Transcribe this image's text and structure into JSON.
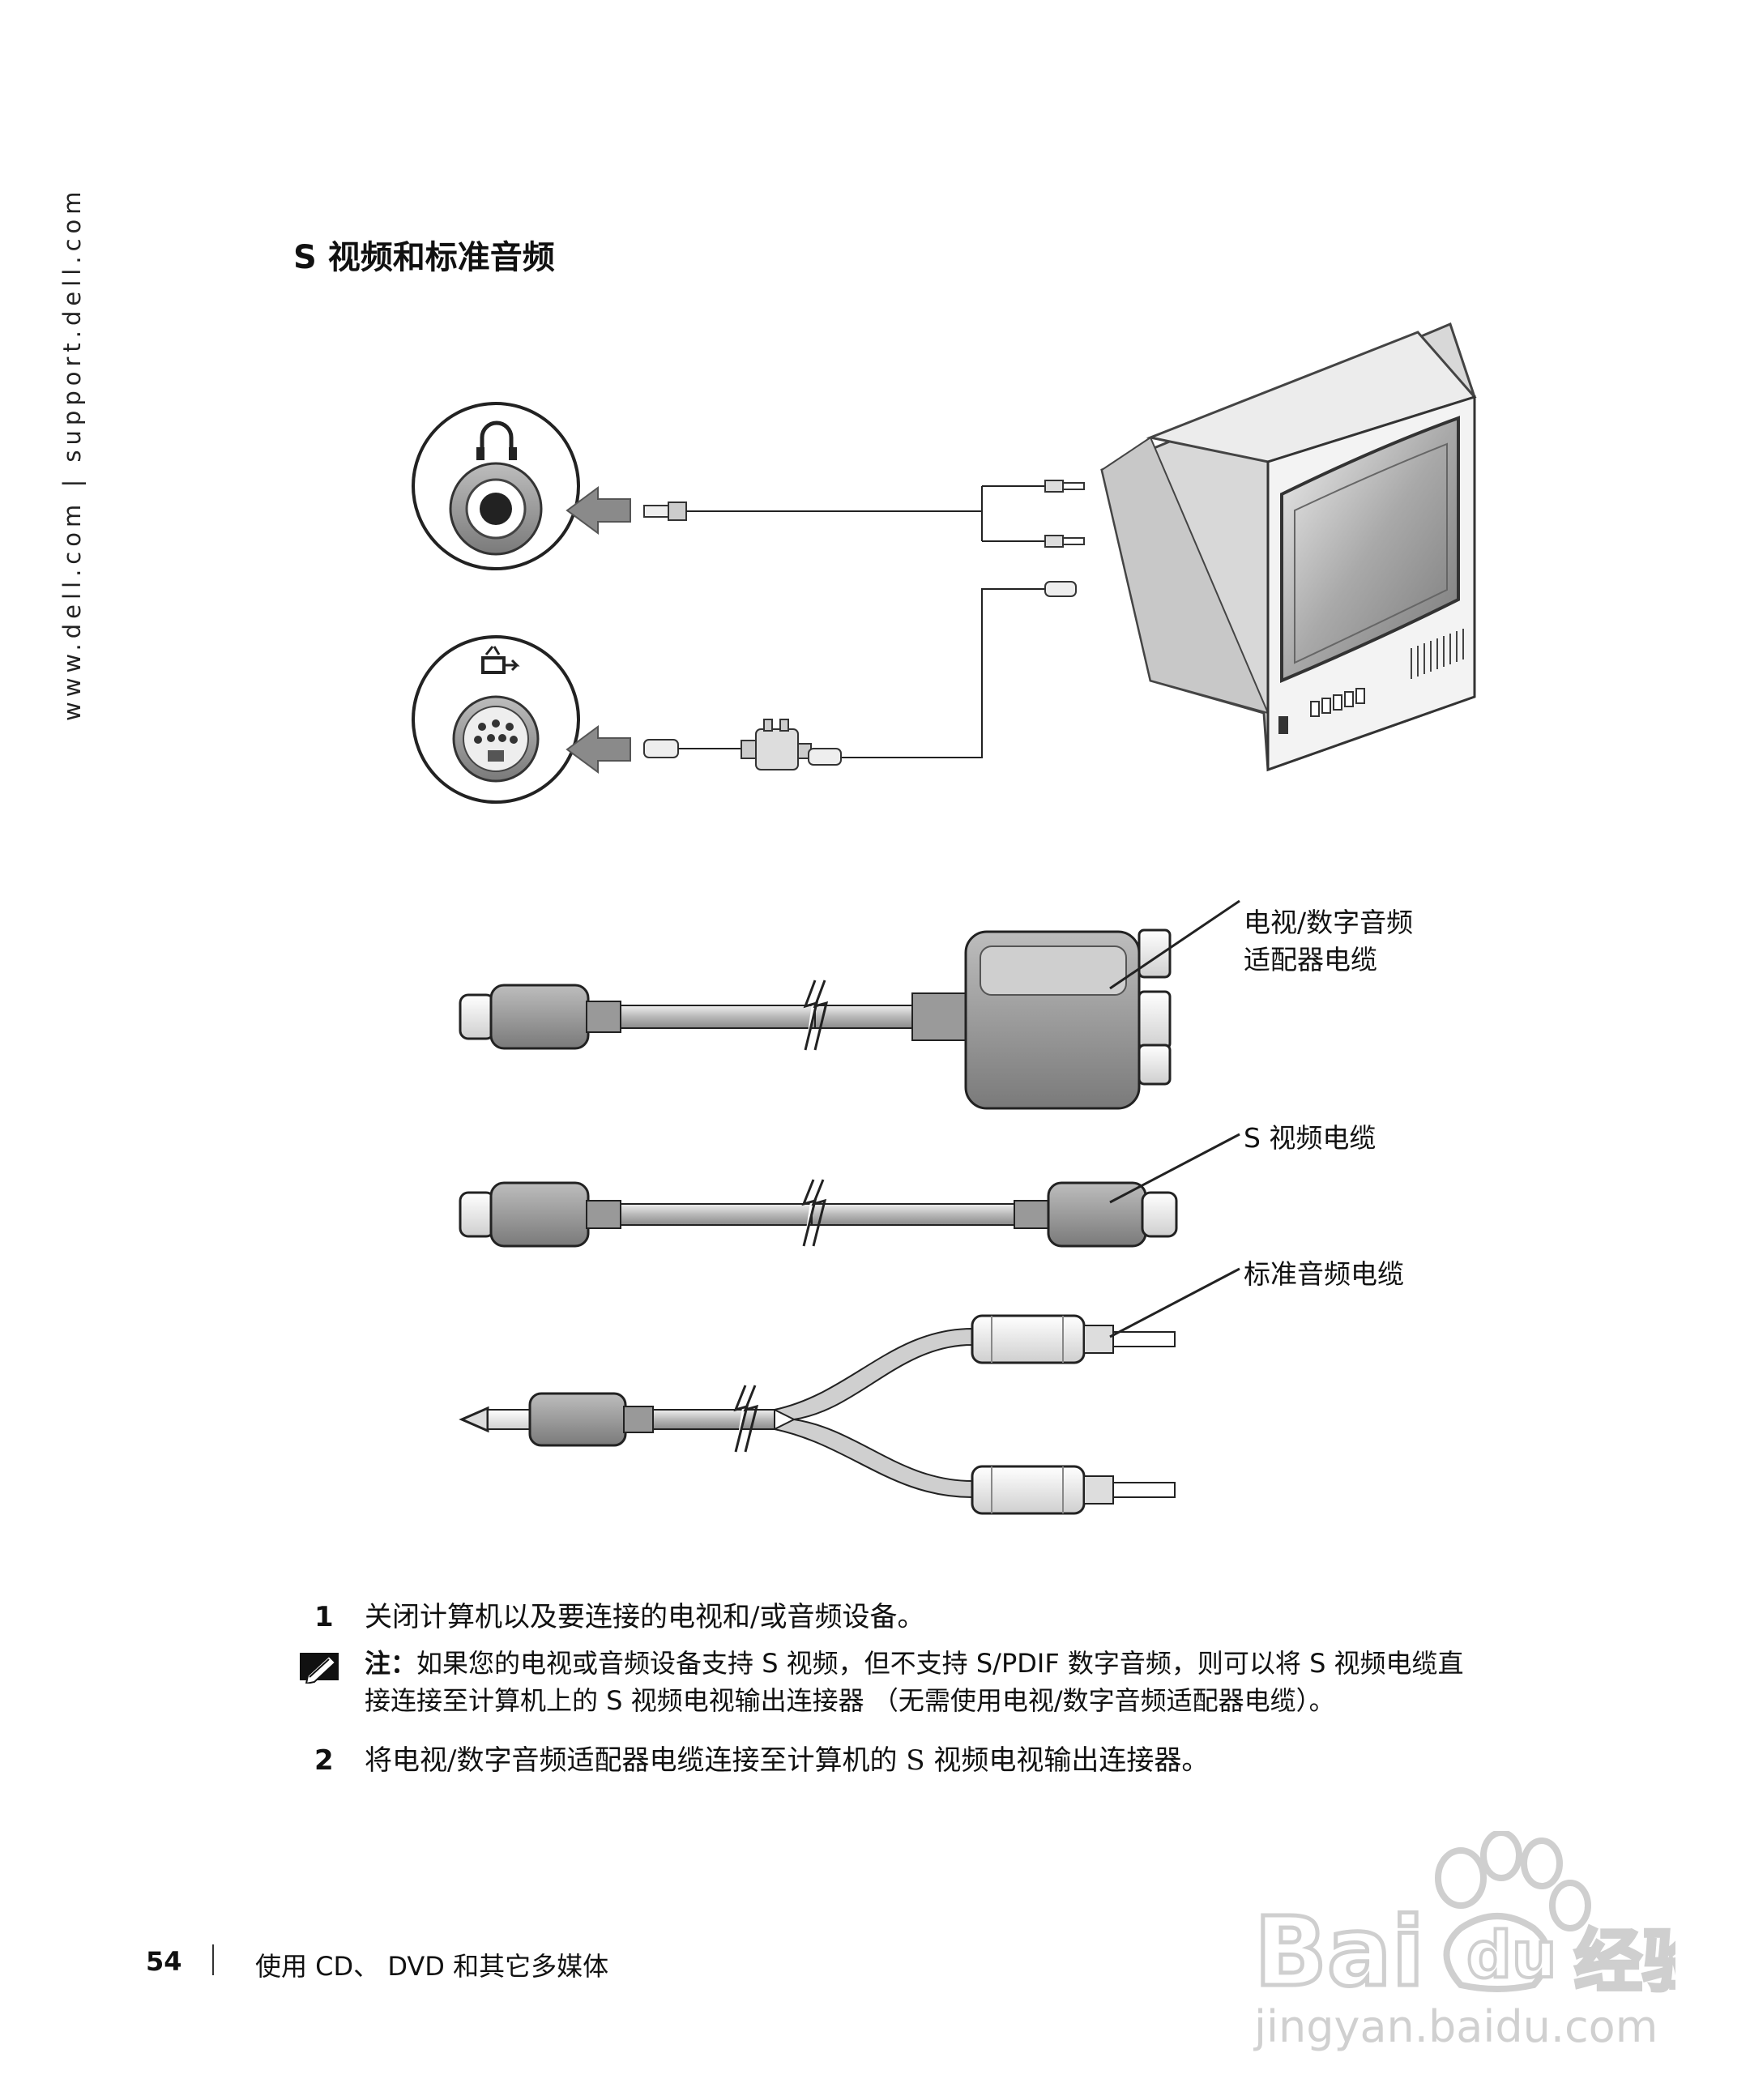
{
  "sidebar": {
    "url": "www.dell.com | support.dell.com"
  },
  "section": {
    "title": "S 视频和标准音频"
  },
  "callouts": {
    "adapter_line1": "电视/数字音频",
    "adapter_line2": "适配器电缆",
    "svideo": "S 视频电缆",
    "audio": "标准音频电缆"
  },
  "steps": [
    {
      "num": "1",
      "text": "关闭计算机以及要连接的电视和/或音频设备。"
    },
    {
      "num": "2",
      "text": "将电视/数字音频适配器电缆连接至计算机的 S 视频电视输出连接器。"
    }
  ],
  "note": {
    "label": "注：",
    "line1": "如果您的电视或音频设备支持 S 视频，但不支持 S/PDIF 数字音频，则可以将 S 视频电缆直",
    "line2": "接连接至计算机上的 S 视频电视输出连接器 （无需使用电视/数字音频适配器电缆）。"
  },
  "footer": {
    "page": "54",
    "chapter": "使用 CD、 DVD 和其它多媒体"
  },
  "watermark": {
    "brand": "Bai du 经验",
    "url": "jingyan.baidu.com"
  }
}
